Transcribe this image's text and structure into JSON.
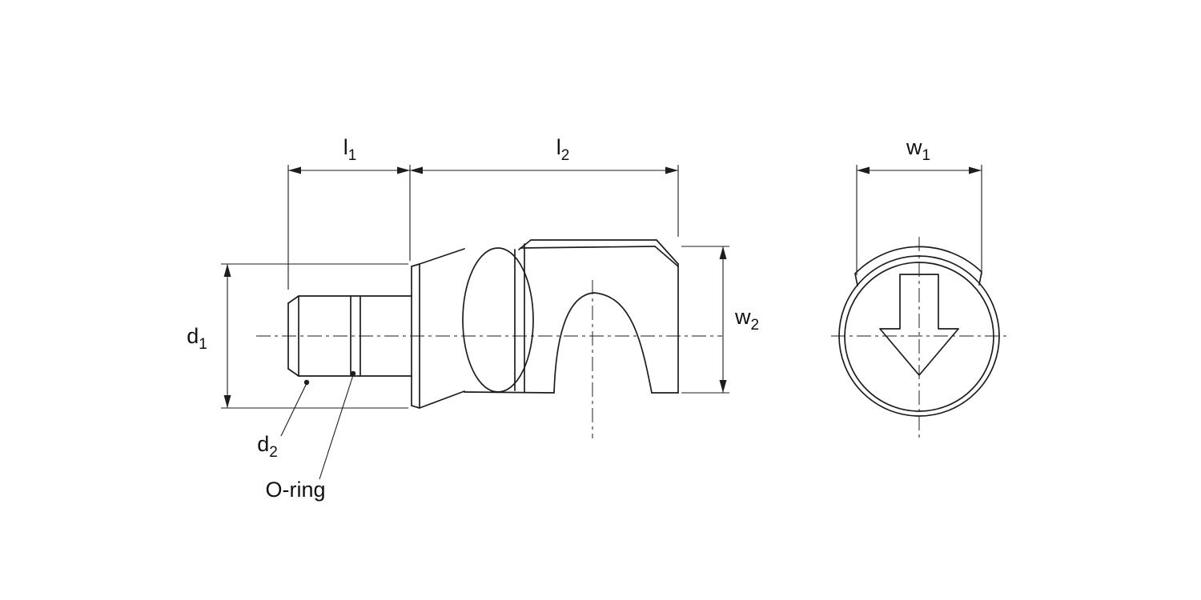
{
  "page": {
    "background": "#ffffff",
    "line_color": "#1d1d1d"
  },
  "drawing": {
    "kind": "technical-dimension-drawing",
    "dimensions": {
      "l1": {
        "base": "l",
        "sub": "1"
      },
      "l2": {
        "base": "l",
        "sub": "2"
      },
      "w1": {
        "base": "w",
        "sub": "1"
      },
      "d1": {
        "base": "d",
        "sub": "1"
      },
      "d2": {
        "base": "d",
        "sub": "2"
      },
      "w2": {
        "base": "w",
        "sub": "2"
      }
    },
    "annotations": {
      "o_ring": "O-ring"
    }
  }
}
